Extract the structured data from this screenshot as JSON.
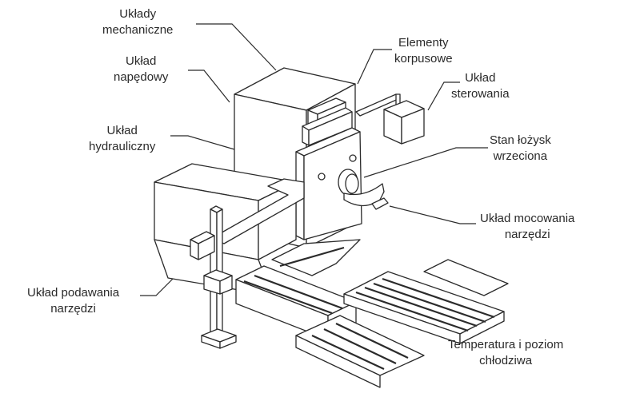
{
  "diagram": {
    "type": "labeled-isometric-machine-illustration",
    "subject": "CNC boring/milling machine with monitored subsystems",
    "labels": [
      {
        "id": "uklady-mechaniczne",
        "lines": [
          "Układy",
          "mechaniczne"
        ]
      },
      {
        "id": "uklad-napedowy",
        "lines": [
          "Układ",
          "napędowy"
        ]
      },
      {
        "id": "uklad-hydrauliczny",
        "lines": [
          "Układ",
          "hydrauliczny"
        ]
      },
      {
        "id": "uklad-podawania-narzedzi",
        "lines": [
          "Układ podawania",
          "narzędzi"
        ]
      },
      {
        "id": "elementy-korpusowe",
        "lines": [
          "Elementy",
          "korpusowe"
        ]
      },
      {
        "id": "uklad-sterowania",
        "lines": [
          "Układ",
          "sterowania"
        ]
      },
      {
        "id": "stan-lozysk-wrzeciona",
        "lines": [
          "Stan łożysk",
          "wrzeciona"
        ]
      },
      {
        "id": "uklad-mocowania-narzedzi",
        "lines": [
          "Układ mocowania",
          "narzędzi"
        ]
      },
      {
        "id": "temperatura-chlodziwa",
        "lines": [
          "Temperatura i poziom",
          "chłodziwa"
        ]
      }
    ]
  }
}
